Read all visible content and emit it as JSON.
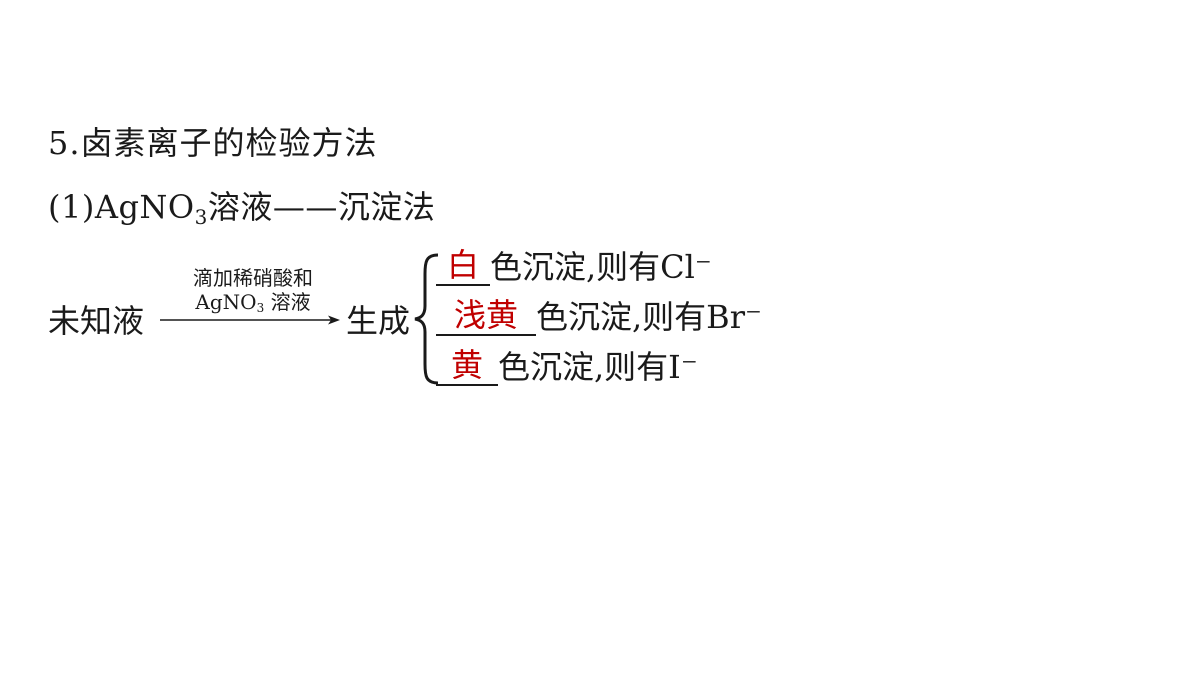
{
  "title": "5.卤素离子的检验方法",
  "subtitle": {
    "prefix": "(1)AgNO",
    "sub": "3",
    "suffix": "溶液——沉淀法"
  },
  "reaction": {
    "reactant": "未知液",
    "condition_line1": "滴加稀硝酸和",
    "condition_line2_prefix": "AgNO",
    "condition_line2_sub": "3",
    "condition_line2_suffix": " 溶液",
    "product": "生成"
  },
  "results": [
    {
      "answer": "白",
      "text": "色沉淀,则有Cl⁻"
    },
    {
      "answer": "浅黄",
      "text": "色沉淀,则有Br⁻"
    },
    {
      "answer": "黄",
      "text": "色沉淀,则有I⁻"
    }
  ],
  "colors": {
    "answer": "#c00000",
    "text": "#1a1a1a"
  }
}
